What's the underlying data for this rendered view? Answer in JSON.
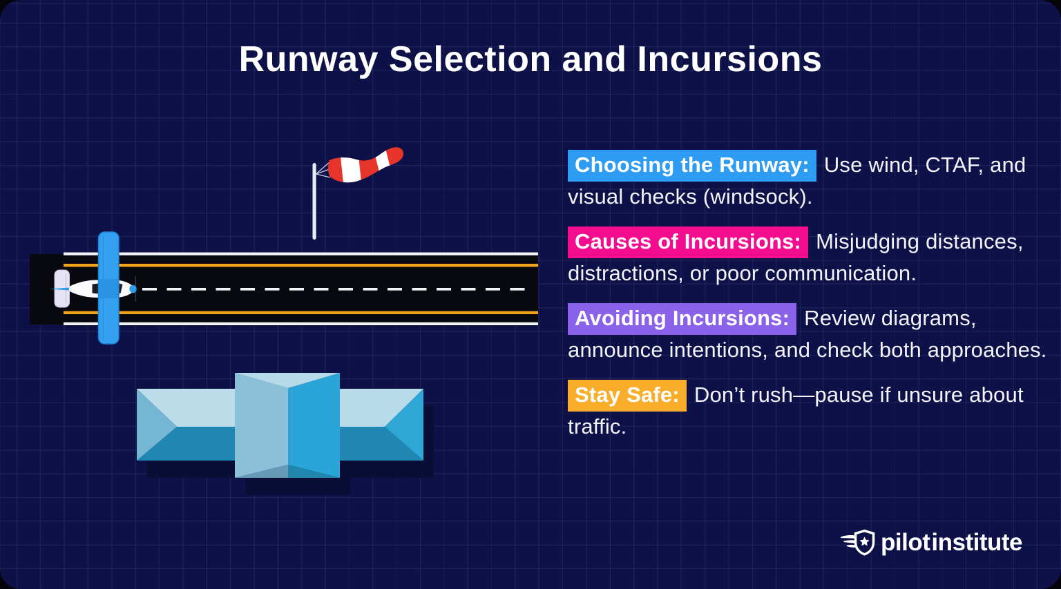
{
  "title": "Runway Selection and Incursions",
  "panels": [
    {
      "label": "Choosing the Runway:",
      "text": "Use wind, CTAF, and visual checks (windsock).",
      "color": "#2F9CF3"
    },
    {
      "label": "Causes of Incursions:",
      "text": "Misjudging distances, distractions, or poor communication.",
      "color": "#F30D8E"
    },
    {
      "label": "Avoiding Incursions:",
      "text": "Review diagrams, announce intentions, and check both approaches.",
      "color": "#8A62E9"
    },
    {
      "label": "Stay Safe:",
      "text": "Don’t rush—pause if unsure about traffic.",
      "color": "#F8AD2B"
    }
  ],
  "logo": {
    "part1": "pilot",
    "part2": "institute",
    "icon": "winged-shield-star-icon"
  },
  "illustration": {
    "windsock": "red-white-striped-windsock",
    "runway": "runway-top-view-with-centerline",
    "airplane": "blue-high-wing-airplane-top-view",
    "building": "airport-terminal-building-top-view"
  },
  "colors": {
    "background": "#0E1147",
    "grid_line": "#3A4380",
    "text": "#F3F3F8",
    "runway_asphalt": "#08080F",
    "runway_edge_line": "#F4F5F9",
    "runway_side_line": "#F3A41F",
    "airplane_blue": "#33A0F2",
    "windsock_red": "#E8352C",
    "building_light": "#BCDCEA",
    "building_cyan": "#2BA5D7",
    "building_dark": "#1F87B2",
    "shadow": "#0A0D36"
  }
}
